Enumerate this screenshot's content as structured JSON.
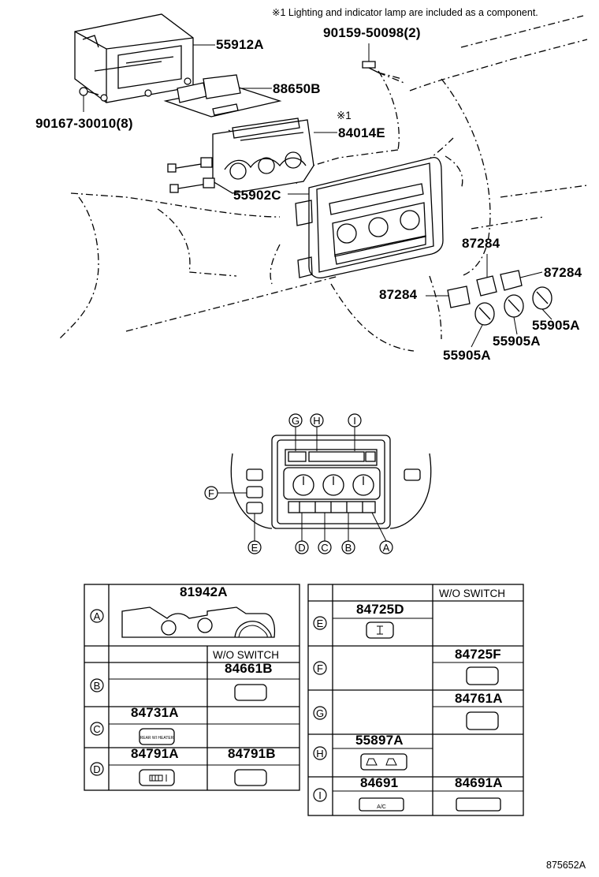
{
  "note": "※1 Lighting and indicator lamp are included as a component.",
  "callouts": {
    "bracket": "55912A",
    "screw_right": "90159-50098(2)",
    "screw_left": "90167-30010(8)",
    "module": "88650B",
    "note_mark": "※1",
    "control_assy": "84014E",
    "panel": "55902C",
    "knob_base_1": "87284",
    "knob_base_2": "87284",
    "knob_base_3": "87284",
    "knob_1": "55905A",
    "knob_2": "55905A",
    "knob_3": "55905A"
  },
  "panel_letters": [
    "G",
    "H",
    "I",
    "F",
    "E",
    "D",
    "C",
    "B",
    "A"
  ],
  "table_left": {
    "rows": [
      {
        "letter": "A",
        "part": "81942A"
      },
      {
        "letter": "B",
        "part": "",
        "wo_part": "84661B"
      },
      {
        "letter": "C",
        "part": "84731A",
        "wo_part": ""
      },
      {
        "letter": "D",
        "part": "84791A",
        "wo_part": "84791B"
      }
    ],
    "wo_header": "W/O SWITCH",
    "switch_text_c": "REAR WI HEATER"
  },
  "table_right": {
    "wo_header": "W/O SWITCH",
    "rows": [
      {
        "letter": "E",
        "part": "84725D",
        "wo_part": ""
      },
      {
        "letter": "F",
        "part": "",
        "wo_part": "84725F"
      },
      {
        "letter": "G",
        "part": "",
        "wo_part": "84761A"
      },
      {
        "letter": "H",
        "part": "55897A",
        "wo_part": ""
      },
      {
        "letter": "I",
        "part": "84691",
        "wo_part": "84691A"
      }
    ],
    "ac_text": "A/C"
  },
  "footer_code": "875652A"
}
